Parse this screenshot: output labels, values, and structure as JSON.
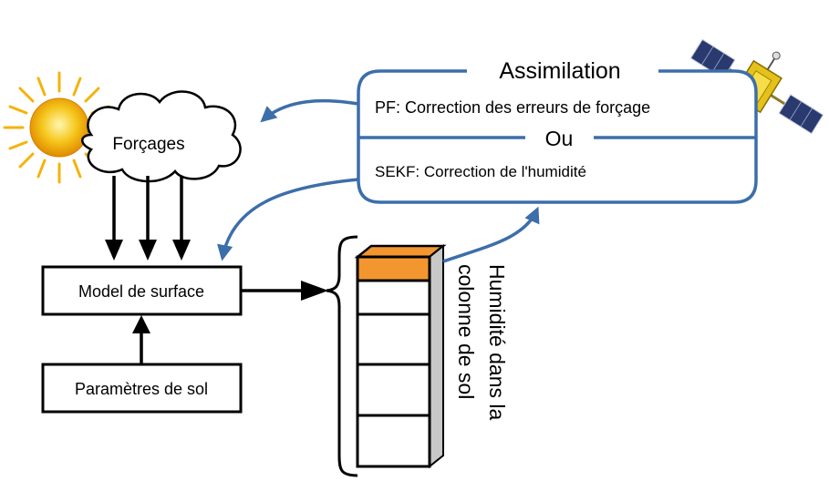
{
  "forcing_label": "Forçages",
  "model_label": "Model de surface",
  "soil_params_label": "Paramètres de sol",
  "assimilation": {
    "title": "Assimilation",
    "pf_text": "PF: Correction des erreurs de forçage",
    "or_text": "Ou",
    "sekf_text": "SEKF: Correction de l'humidité"
  },
  "soil_column": {
    "label_line1": "Humidité dans la",
    "label_line2": "colonne de sol"
  },
  "colors": {
    "arrow_blue": "#3c6eaa",
    "top_layer": "#f3962f",
    "side_gray": "#c8c8c8",
    "sun": "#f5b90c"
  }
}
